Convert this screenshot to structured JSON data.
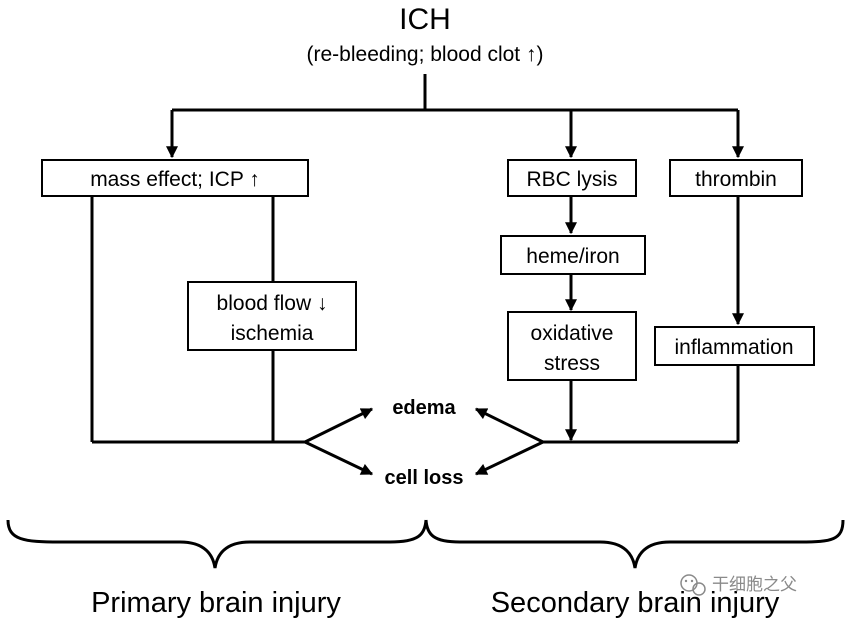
{
  "header": {
    "title": "ICH",
    "subtitle": "(re-bleeding; blood clot ↑)"
  },
  "nodes": {
    "mass_effect": "mass effect; ICP ↑",
    "blood_flow_line1": "blood flow ↓",
    "blood_flow_line2": "ischemia",
    "rbc_lysis": "RBC lysis",
    "heme_iron": "heme/iron",
    "oxidative_line1": "oxidative",
    "oxidative_line2": "stress",
    "thrombin": "thrombin",
    "inflammation": "inflammation"
  },
  "outcomes": {
    "edema": "edema",
    "cell_loss": "cell loss"
  },
  "categories": {
    "primary": "Primary brain injury",
    "secondary": "Secondary brain injury"
  },
  "watermark": {
    "text": "干细胞之父",
    "icon": "wechat-icon"
  },
  "colors": {
    "stroke": "#000000",
    "background": "#ffffff",
    "watermark": "#8a8a8a"
  }
}
